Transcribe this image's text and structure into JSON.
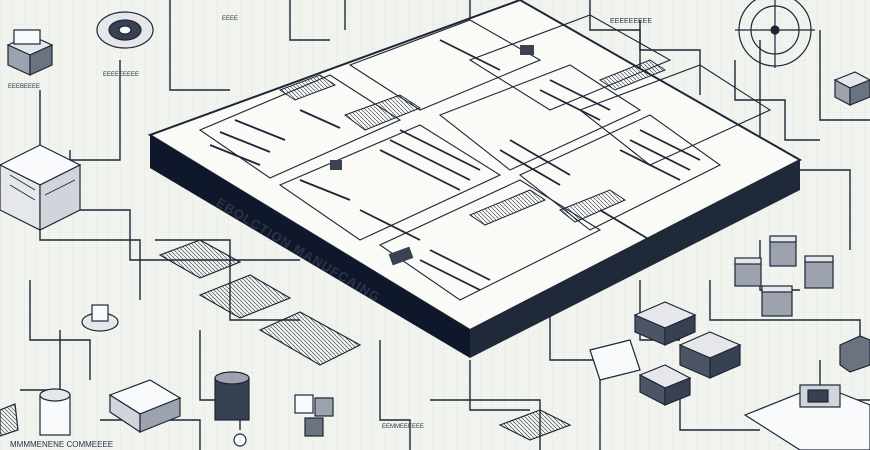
{
  "diagram": {
    "banner_text": "EBOLCTION MANUFCAING",
    "labels": {
      "top_left": "EEEBEEEE",
      "top_center_left": "EEEEEEEEE",
      "top_center": "EEEE",
      "top_right": "EEEEEEEEE",
      "bottom_left": "MMMMENENE COMMEEEE",
      "bottom_center": "EEMMEEEEEE"
    },
    "colors": {
      "background": "#f1f3ee",
      "grid": "#dfe3dc",
      "line": "#1e2636",
      "banner": "#111827",
      "floor": "#fafaf7"
    }
  }
}
